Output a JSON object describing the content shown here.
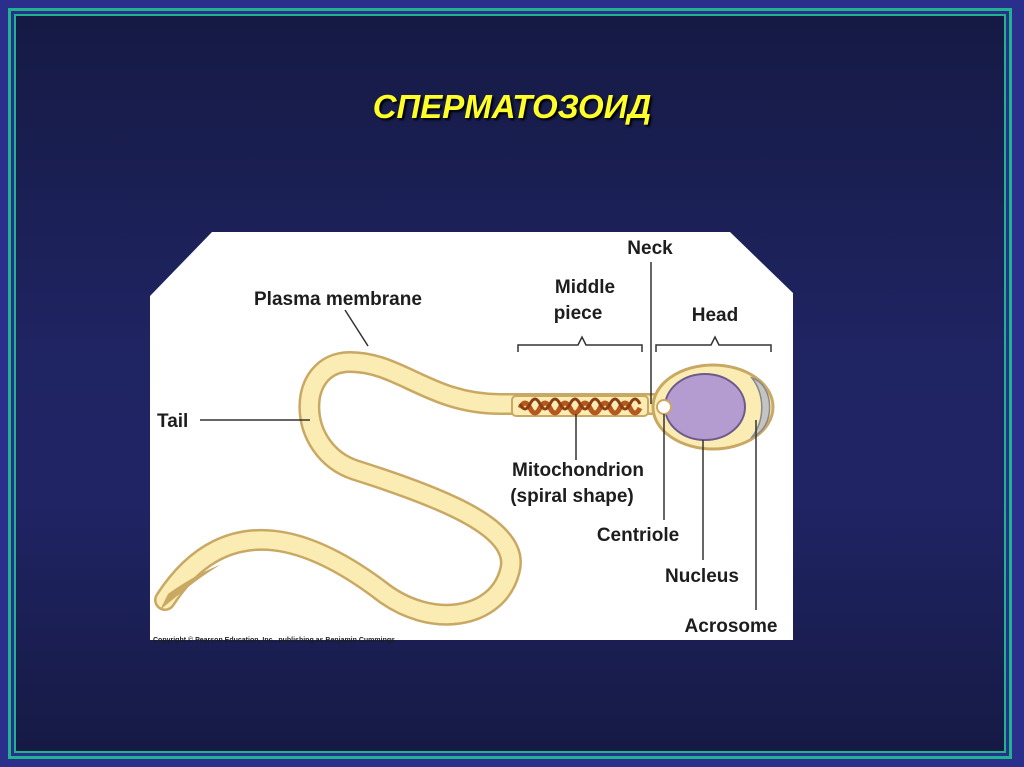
{
  "slide": {
    "title": "СПЕРМАТОЗОИД"
  },
  "diagram": {
    "labels": {
      "plasma_membrane": "Plasma membrane",
      "tail": "Tail",
      "middle_piece_line1": "Middle",
      "middle_piece_line2": "piece",
      "neck": "Neck",
      "head": "Head",
      "mitochondrion_line1": "Mitochondrion",
      "mitochondrion_line2": "(spiral shape)",
      "centriole": "Centriole",
      "nucleus": "Nucleus",
      "acrosome": "Acrosome"
    },
    "copyright": "Copyright © Pearson Education, Inc., publishing as Benjamin Cummings"
  },
  "colors": {
    "background": "#2b2f8c",
    "frame": "#1fb38f",
    "title": "#ffff2a",
    "cell_fill": "#fbecb3",
    "cell_outline": "#c9a864",
    "nucleus": "#b49bd0",
    "acrosome": "#c4c4c4",
    "mitochondria": "#b5581e"
  }
}
